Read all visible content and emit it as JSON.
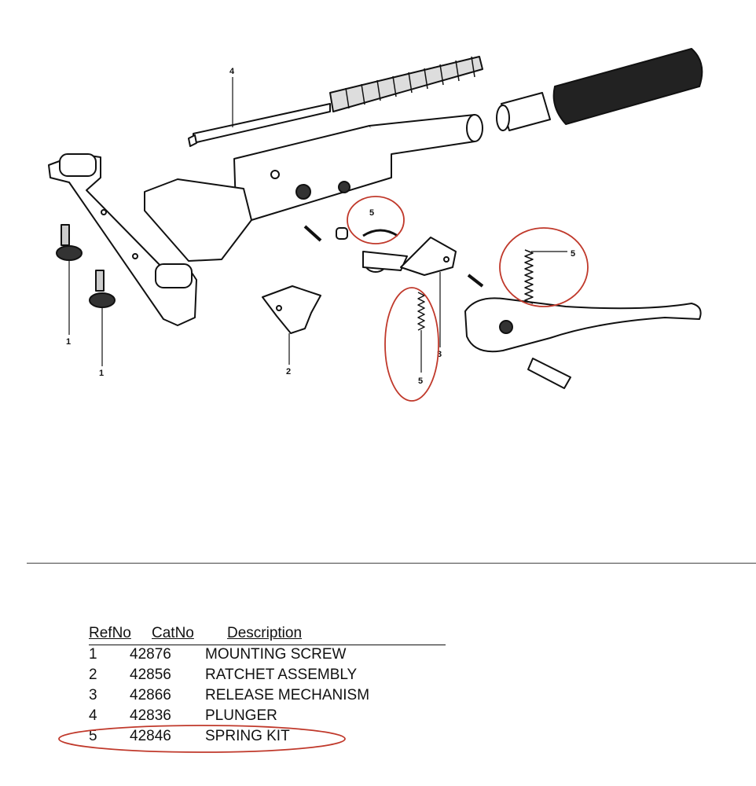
{
  "callouts": {
    "screw_a": "1",
    "screw_b": "1",
    "ratchet": "2",
    "release": "3",
    "plunger": "4",
    "spring_top": "5",
    "spring_mid": "5",
    "spring_right": "5"
  },
  "table": {
    "headers": {
      "ref": "RefNo",
      "cat": "CatNo",
      "desc": "Description"
    },
    "rows": [
      {
        "ref": "1",
        "cat": "42876",
        "desc": "MOUNTING SCREW"
      },
      {
        "ref": "2",
        "cat": "42856",
        "desc": "RATCHET ASSEMBLY"
      },
      {
        "ref": "3",
        "cat": "42866",
        "desc": "RELEASE MECHANISM"
      },
      {
        "ref": "4",
        "cat": "42836",
        "desc": "PLUNGER"
      },
      {
        "ref": "5",
        "cat": "42846",
        "desc": "SPRING KIT"
      }
    ]
  },
  "colors": {
    "highlight": "#c0392b",
    "ink": "#111111"
  }
}
